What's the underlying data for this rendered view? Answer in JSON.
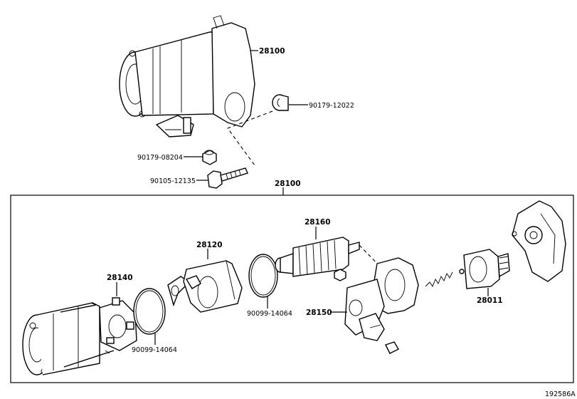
{
  "diagram": {
    "labels": {
      "assy_top": "28100",
      "washer": "90179-12022",
      "nut": "90179-08204",
      "bolt": "90105-12135",
      "assy_box": "28100",
      "armature": "28160",
      "yoke": "28120",
      "brush_holder": "28140",
      "ring_right": "90099-14064",
      "ring_left": "90099-14064",
      "solenoid": "28150",
      "clutch": "28011"
    },
    "figure_code": "192586A"
  }
}
